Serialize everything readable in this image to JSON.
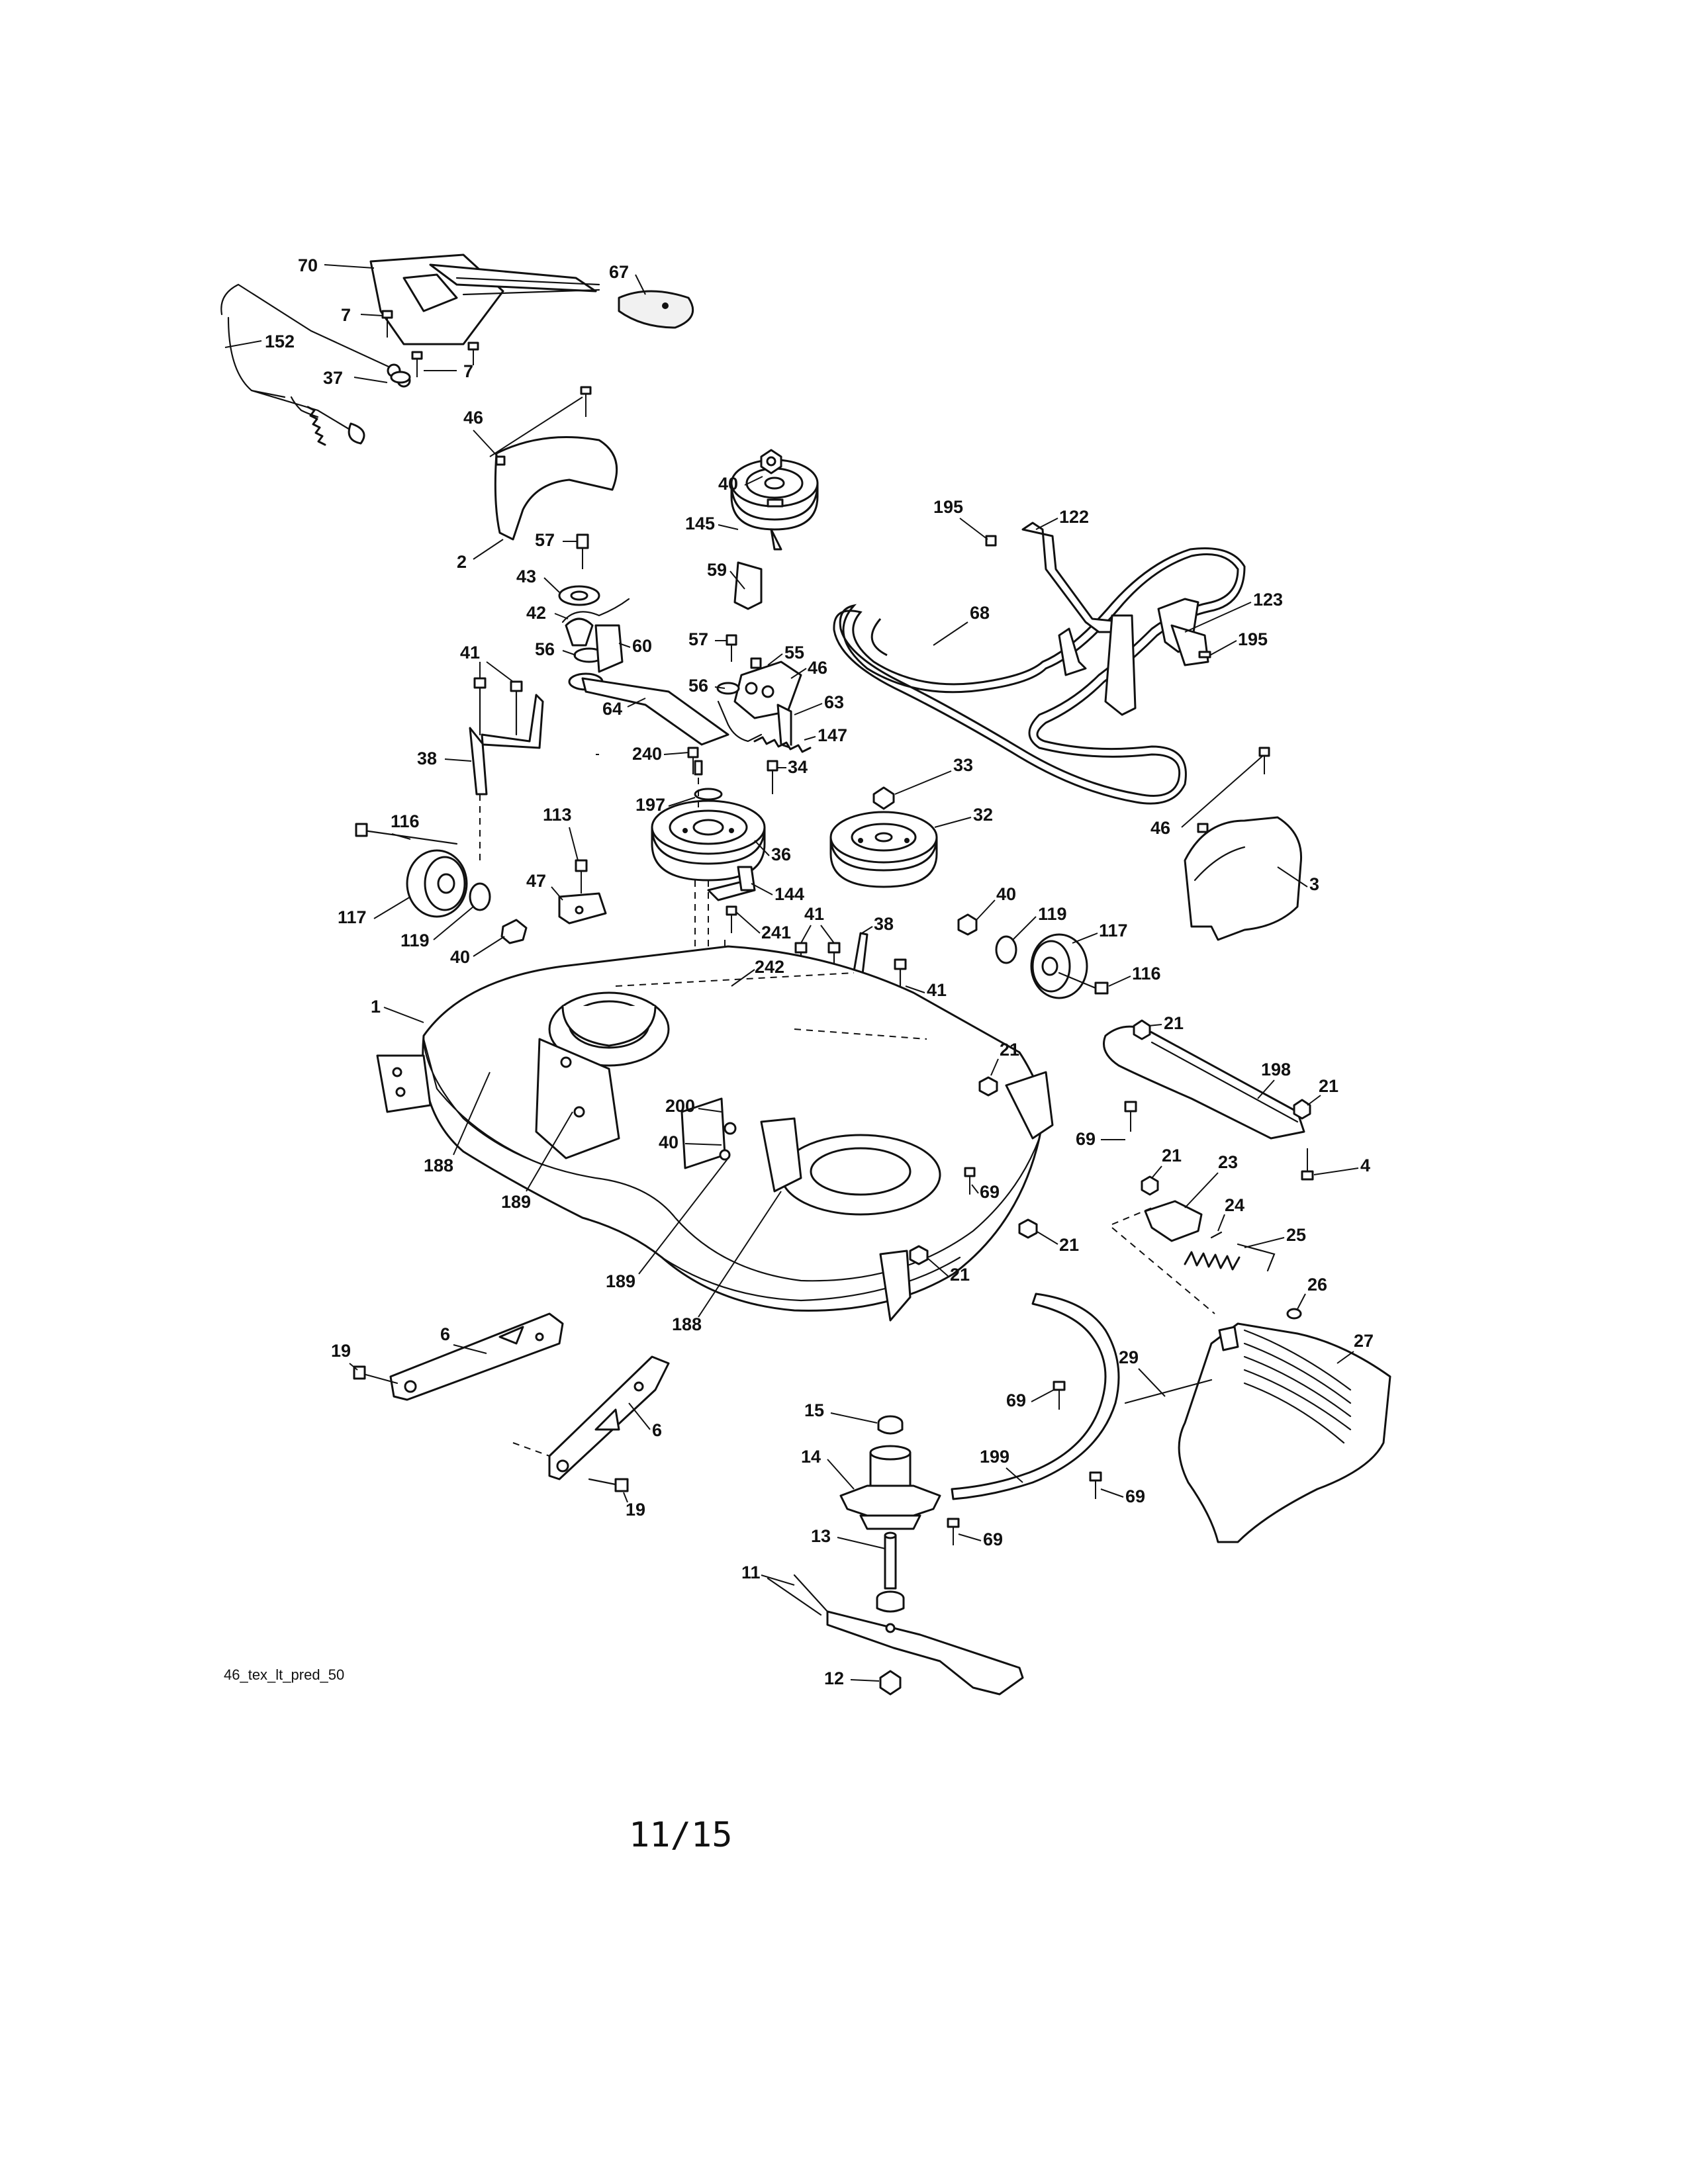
{
  "diagram": {
    "drawing_code": "46_tex_lt_pred_50",
    "page_number": "11/15",
    "callouts": {
      "c70": "70",
      "c67": "67",
      "c7a": "7",
      "c7b": "7",
      "c152": "152",
      "c37": "37",
      "c46a": "46",
      "c2": "2",
      "c57a": "57",
      "c43": "43",
      "c42": "42",
      "c56a": "56",
      "c60": "60",
      "c41a": "41",
      "c38a": "38",
      "c64": "64",
      "c40a": "40",
      "c145": "145",
      "c59": "59",
      "c57b": "57",
      "c55": "55",
      "c56b": "56",
      "c46b": "46",
      "c63": "63",
      "c147": "147",
      "c240": "240",
      "c34": "34",
      "c197": "197",
      "c195a": "195",
      "c122": "122",
      "c68": "68",
      "c123": "123",
      "c195b": "195",
      "c33": "33",
      "c32": "32",
      "c46c": "46",
      "c3": "3",
      "c116a": "116",
      "c113": "113",
      "c47": "47",
      "c117a": "117",
      "c119a": "119",
      "c40b": "40",
      "c36": "36",
      "c144": "144",
      "c241": "241",
      "c41b": "41",
      "c38b": "38",
      "c242": "242",
      "c41c": "41",
      "c40c": "40",
      "c119b": "119",
      "c117b": "117",
      "c116b": "116",
      "c1": "1",
      "c21a": "21",
      "c21b": "21",
      "c198": "198",
      "c21c": "21",
      "c69a": "69",
      "c4": "4",
      "c188a": "188",
      "c189a": "189",
      "c200": "200",
      "c40d": "40",
      "c69b": "69",
      "c21d": "21",
      "c23": "23",
      "c24": "24",
      "c25": "25",
      "c21e": "21",
      "c21f": "21",
      "c189b": "189",
      "c188b": "188",
      "c26": "26",
      "c27": "27",
      "c6a": "6",
      "c19a": "19",
      "c6b": "6",
      "c19b": "19",
      "c15": "15",
      "c29": "29",
      "c69c": "69",
      "c14": "14",
      "c199": "199",
      "c69d": "69",
      "c13": "13",
      "c69e": "69",
      "c11": "11",
      "c12": "12"
    }
  }
}
